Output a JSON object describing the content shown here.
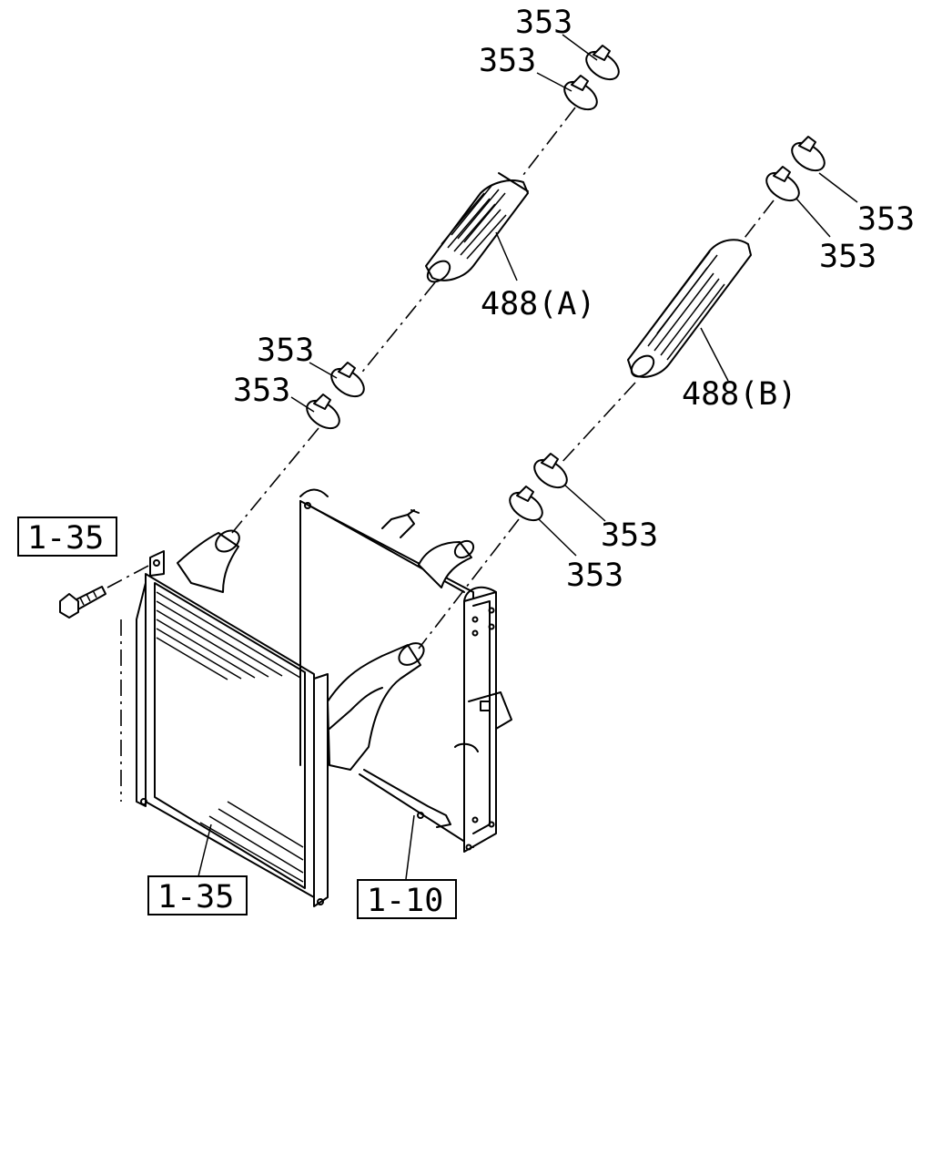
{
  "labels": {
    "clamp": "353",
    "hose_a": "488(A)",
    "hose_b": "488(B)",
    "ref_bolt": "1-35",
    "ref_cooler": "1-35",
    "ref_radiator": "1-10"
  }
}
